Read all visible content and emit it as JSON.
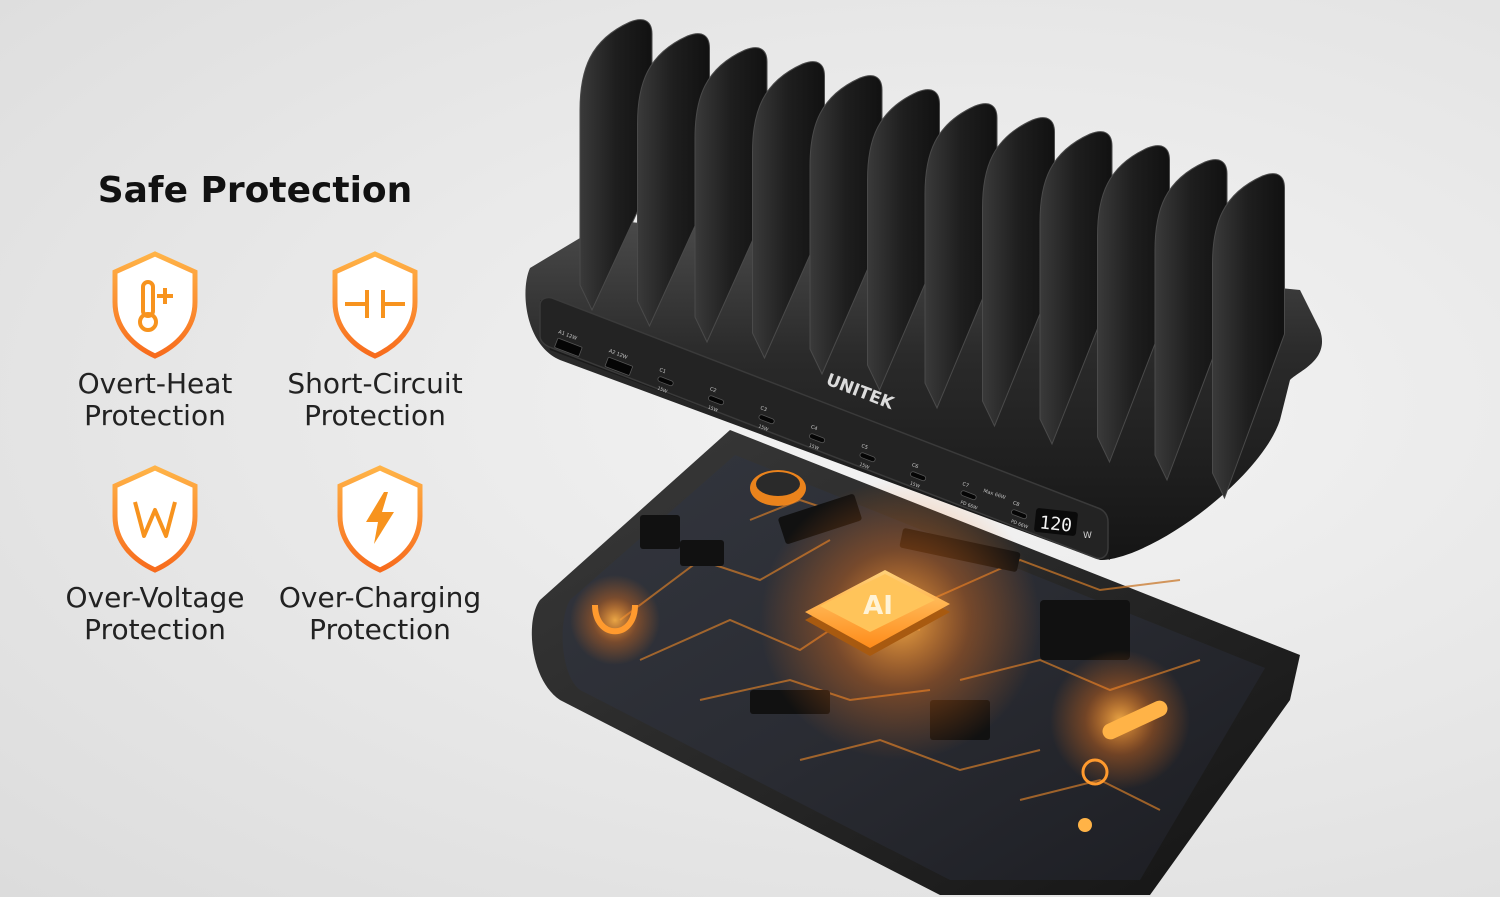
{
  "heading": "Safe Protection",
  "accent_color": "#f7931e",
  "features": [
    {
      "line1": "Overt-Heat",
      "line2": "Protection",
      "icon": "thermometer-plus-icon"
    },
    {
      "line1": "Short-Circuit",
      "line2": "Protection",
      "icon": "circuit-break-icon"
    },
    {
      "line1": "Over-Voltage",
      "line2": "Protection",
      "icon": "watt-w-icon"
    },
    {
      "line1": "Over-Charging",
      "line2": "Protection",
      "icon": "lightning-bolt-icon"
    }
  ],
  "product": {
    "brand": "UNITEK",
    "display_value": "120",
    "display_unit": "W",
    "chip_label": "AI",
    "ports": [
      {
        "name": "A1 12W"
      },
      {
        "name": "A2 12W"
      },
      {
        "name": "C1",
        "power": "15W"
      },
      {
        "name": "C2",
        "power": "15W"
      },
      {
        "name": "C3",
        "power": "15W"
      },
      {
        "name": "C4",
        "power": "15W"
      },
      {
        "name": "C5",
        "power": "15W"
      },
      {
        "name": "C6",
        "power": "15W"
      },
      {
        "name": "C7",
        "power": "PD 66W"
      },
      {
        "name": "C8",
        "power": "PD 66W"
      }
    ],
    "max_label": "Max 66W"
  }
}
